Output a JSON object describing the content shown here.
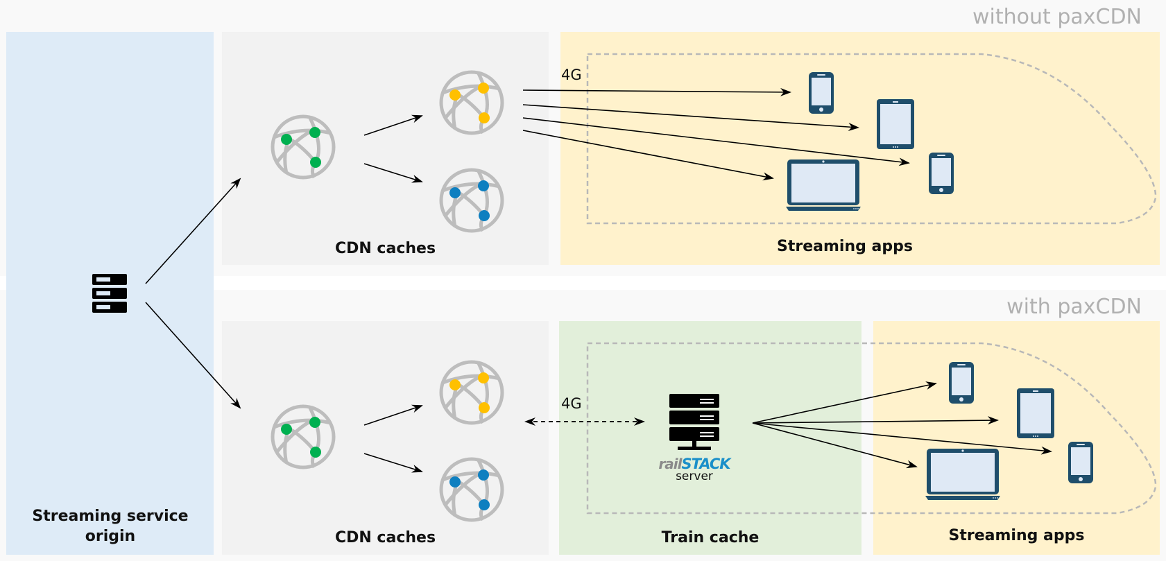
{
  "sections": {
    "top_label": "without paxCDN",
    "bottom_label": "with paxCDN"
  },
  "panels": {
    "origin_title": "Streaming service origin",
    "cdn_top_title": "CDN caches",
    "apps_top_title": "Streaming apps",
    "cdn_bottom_title": "CDN caches",
    "train_title": "Train cache",
    "apps_bottom_title": "Streaming apps"
  },
  "links": {
    "top_network": "4G",
    "bottom_network": "4G"
  },
  "server": {
    "brand_rail": "rail",
    "brand_stack": "STACK",
    "brand_sub": "server"
  },
  "colors": {
    "origin_bg": "#deebf7",
    "cdn_bg": "#f2f2f2",
    "apps_bg": "#fff2cc",
    "train_bg": "#e2efda",
    "section_bg": "#f9f9f9",
    "node_green": "#00b050",
    "node_yellow": "#ffc000",
    "node_blue": "#0e7fc0",
    "device_dark": "#1f4e6b",
    "device_screen": "#dfe9f5",
    "globe_grey": "#bdbdbd"
  },
  "icons": [
    "server-stack-icon",
    "cdn-globe-icon",
    "smartphone-icon",
    "tablet-icon",
    "laptop-icon",
    "train-server-icon"
  ]
}
